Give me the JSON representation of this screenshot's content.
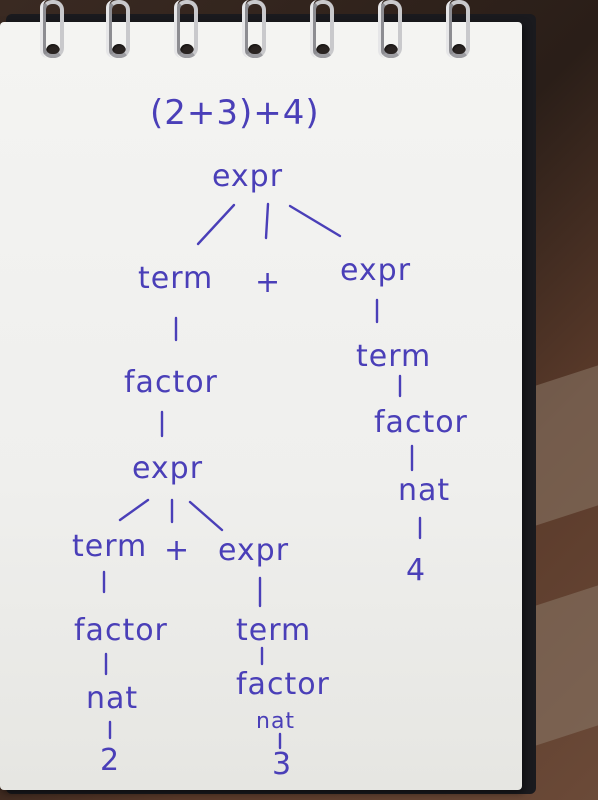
{
  "expression": "(2+3)+4)",
  "tree": {
    "root": "expr",
    "level1": {
      "left": "term",
      "op": "+",
      "right": "expr"
    },
    "left_chain": {
      "factor": "factor",
      "inner_expr": "expr"
    },
    "inner": {
      "left": "term",
      "op": "+",
      "right": "expr"
    },
    "inner_left_chain": {
      "factor": "factor",
      "nat": "nat",
      "value": "2"
    },
    "inner_right_chain": {
      "term": "term",
      "factor": "factor",
      "nat": "nat",
      "value": "3"
    },
    "right_chain": {
      "term": "term",
      "factor": "factor",
      "nat": "nat",
      "value": "4"
    }
  },
  "colors": {
    "ink": "#4a3fb8",
    "paper": "#f2f2f0"
  }
}
